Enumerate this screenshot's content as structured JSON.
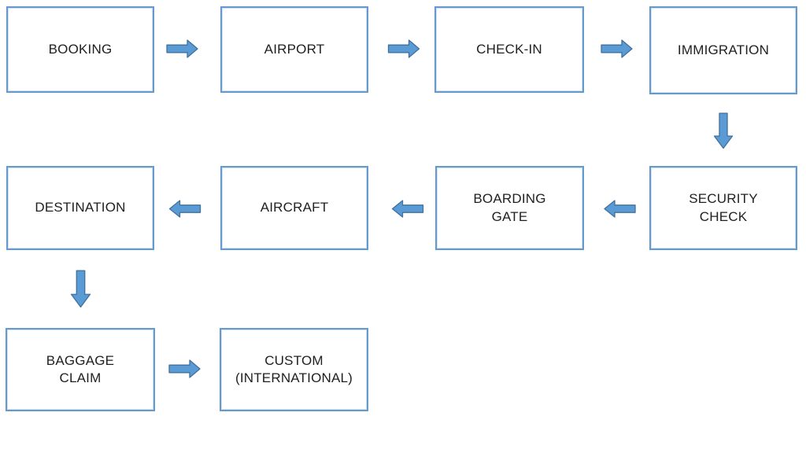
{
  "diagram": {
    "type": "flowchart",
    "background": "#ffffff",
    "colors": {
      "box_fill": "#ffffff",
      "box_border": "#6699cc",
      "arrow_fill": "#5b9bd5",
      "arrow_stroke": "#41719c",
      "text": "#1f1f1f"
    },
    "nodes": [
      {
        "id": "booking",
        "label": "BOOKING"
      },
      {
        "id": "airport",
        "label": "AIRPORT"
      },
      {
        "id": "check-in",
        "label": "CHECK-IN"
      },
      {
        "id": "immigration",
        "label": "IMMIGRATION"
      },
      {
        "id": "security-check",
        "label": "SECURITY\nCHECK"
      },
      {
        "id": "boarding-gate",
        "label": "BOARDING\nGATE"
      },
      {
        "id": "aircraft",
        "label": "AIRCRAFT"
      },
      {
        "id": "destination",
        "label": "DESTINATION"
      },
      {
        "id": "baggage-claim",
        "label": "BAGGAGE\nCLAIM"
      },
      {
        "id": "custom-international",
        "label": "CUSTOM\n(INTERNATIONAL)"
      }
    ],
    "edges": [
      {
        "from": "booking",
        "to": "airport",
        "direction": "right"
      },
      {
        "from": "airport",
        "to": "check-in",
        "direction": "right"
      },
      {
        "from": "check-in",
        "to": "immigration",
        "direction": "right"
      },
      {
        "from": "immigration",
        "to": "security-check",
        "direction": "down"
      },
      {
        "from": "security-check",
        "to": "boarding-gate",
        "direction": "left"
      },
      {
        "from": "boarding-gate",
        "to": "aircraft",
        "direction": "left"
      },
      {
        "from": "aircraft",
        "to": "destination",
        "direction": "left"
      },
      {
        "from": "destination",
        "to": "baggage-claim",
        "direction": "down"
      },
      {
        "from": "baggage-claim",
        "to": "custom-international",
        "direction": "right"
      }
    ]
  }
}
